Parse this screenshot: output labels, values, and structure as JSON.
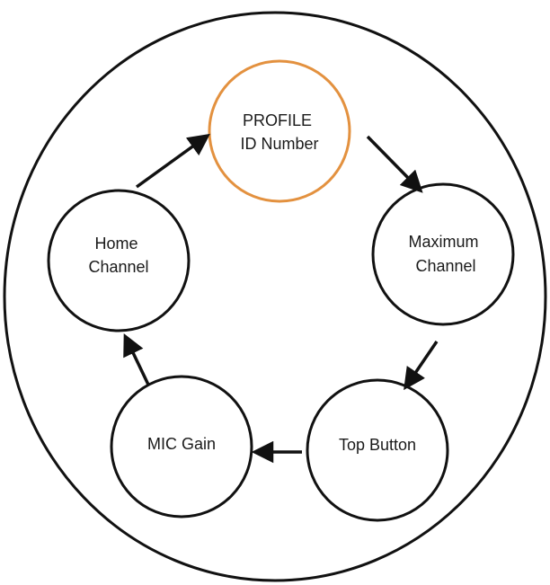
{
  "diagram": {
    "nodes": {
      "profile": {
        "lines": [
          "PROFILE",
          "ID Number"
        ],
        "highlighted": true
      },
      "maximum": {
        "lines": [
          "Maximum",
          "Channel"
        ],
        "highlighted": false
      },
      "top_button": {
        "lines": [
          "Top Button"
        ],
        "highlighted": false
      },
      "mic_gain": {
        "lines": [
          "MIC Gain"
        ],
        "highlighted": false
      },
      "home": {
        "lines": [
          "Home",
          "Channel"
        ],
        "highlighted": false
      }
    },
    "flow": [
      "profile",
      "maximum",
      "top_button",
      "mic_gain",
      "home",
      "profile"
    ]
  },
  "colors": {
    "outline": "#111111",
    "highlight": "#e3913f",
    "text": "#1a1a1a",
    "background": "#ffffff"
  }
}
